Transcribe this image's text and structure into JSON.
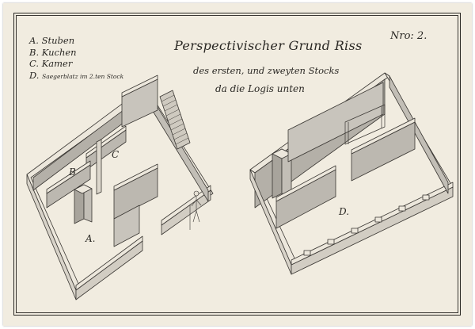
{
  "title": {
    "line1": "Perspectivischer Grund Riss",
    "line2": "des ersten, und zweyten Stocks",
    "line3": "da die Logis unten"
  },
  "plate_number": "Nro: 2.",
  "legend": [
    {
      "key": "A.",
      "text": "Stuben"
    },
    {
      "key": "B.",
      "text": "Kuchen"
    },
    {
      "key": "C.",
      "text": "Kamer"
    },
    {
      "key": "D.",
      "text": "Saegerblatz im 2.ten Stock"
    }
  ],
  "room_labels": {
    "a": "A.",
    "b": "B",
    "c": "C",
    "d": "D."
  },
  "colors": {
    "paper": "#f1ece0",
    "ink": "#2a2824",
    "wall_shade": "#bcb8b0",
    "wall_face": "#ece7dc"
  }
}
